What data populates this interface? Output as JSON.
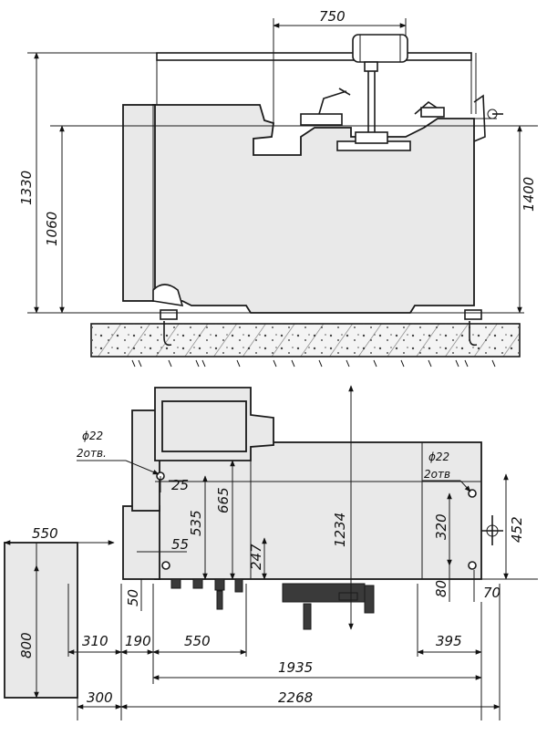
{
  "drawing": {
    "front_view": {
      "dimensions": {
        "top_width": "750",
        "height_overall": "1330",
        "height_table": "1060",
        "height_right": "1400"
      }
    },
    "plan_view": {
      "hole_note_left": {
        "diameter": "ϕ22",
        "count": "2отв."
      },
      "hole_note_right": {
        "diameter": "ϕ22",
        "count": "2отв"
      },
      "dimensions": {
        "d_25": "25",
        "d_535": "535",
        "d_665": "665",
        "d_1234": "1234",
        "d_55": "55",
        "d_247": "247",
        "d_320": "320",
        "d_452": "452",
        "d_80": "80",
        "d_70": "70",
        "d_50": "50",
        "d_550_left": "550",
        "d_800": "800",
        "d_310": "310",
        "d_190": "190",
        "d_550_bottom": "550",
        "d_395": "395",
        "d_1935": "1935",
        "d_300": "300",
        "d_2268": "2268"
      }
    }
  }
}
